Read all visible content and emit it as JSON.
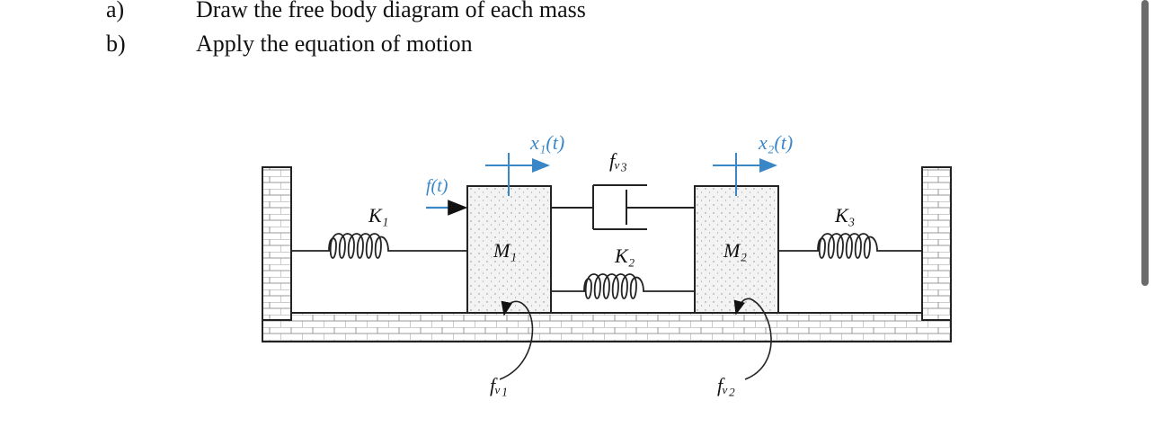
{
  "questions": [
    {
      "label": "a)",
      "text": "Draw the free body diagram of each mass"
    },
    {
      "label": "b)",
      "text": "Apply the equation of motion"
    }
  ],
  "diagram": {
    "x1": "x₁(t)",
    "x2": "x₂(t)",
    "force": "f(t)",
    "k1": "K₁",
    "k2": "K₂",
    "k3": "K₃",
    "m1": "M₁",
    "m2": "M₂",
    "fv1": "fᵥ₁",
    "fv2": "fᵥ₂",
    "fv3": "fᵥ₃"
  },
  "colors": {
    "accent": "#3a87c8",
    "ink": "#111111",
    "scrollbar": "#6b6b6b"
  }
}
